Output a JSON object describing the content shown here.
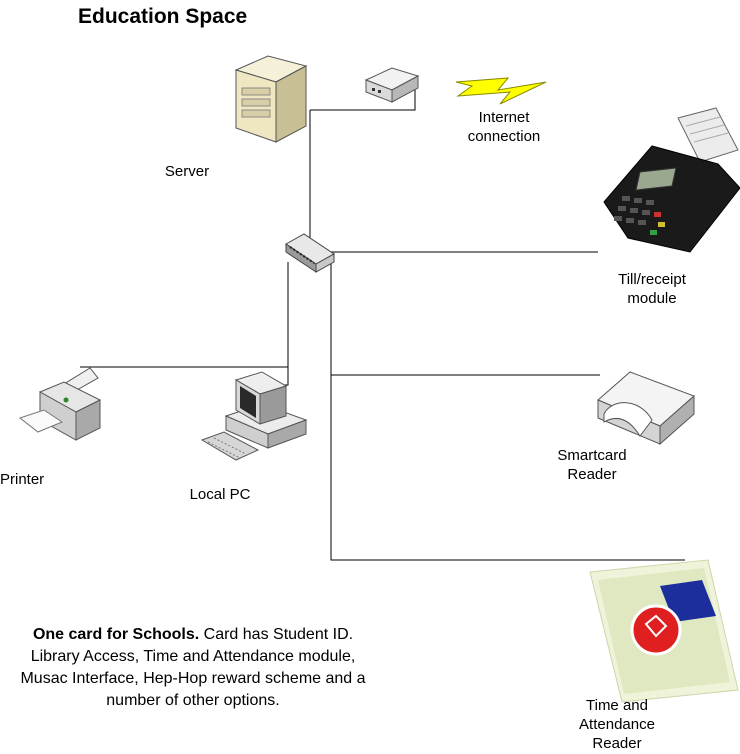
{
  "title": "Education Space",
  "nodes": {
    "server": {
      "label": "Server",
      "icon": "server-tower-icon"
    },
    "modem": {
      "icon": "modem-icon"
    },
    "internet": {
      "label_line1": "Internet",
      "label_line2": "connection",
      "icon": "lightning-bolt-icon"
    },
    "switch": {
      "icon": "network-switch-icon"
    },
    "till": {
      "label_line1": "Till/receipt",
      "label_line2": "module",
      "icon": "card-payment-terminal-icon"
    },
    "printer": {
      "label": "Printer",
      "icon": "printer-icon"
    },
    "local_pc": {
      "label": "Local PC",
      "icon": "desktop-computer-icon"
    },
    "smartcard": {
      "label_line1": "Smartcard",
      "label_line2": "Reader",
      "icon": "smartcard-reader-icon"
    },
    "attendance": {
      "label_line1": "Time and",
      "label_line2": "Attendance",
      "label_line3": "Reader",
      "icon": "attendance-card-reader-icon"
    }
  },
  "description": {
    "bold": "One card for Schools.",
    "text": " Card has Student ID. Library Access, Time and Attendance module, Musac Interface, Hep-Hop reward scheme and a number of other options."
  },
  "colors": {
    "lightning": "#ffff00",
    "terminal_body": "#1a1a1a",
    "card_red": "#e02020",
    "card_blue": "#1c2d9c",
    "card_base": "#dfe8c0"
  }
}
